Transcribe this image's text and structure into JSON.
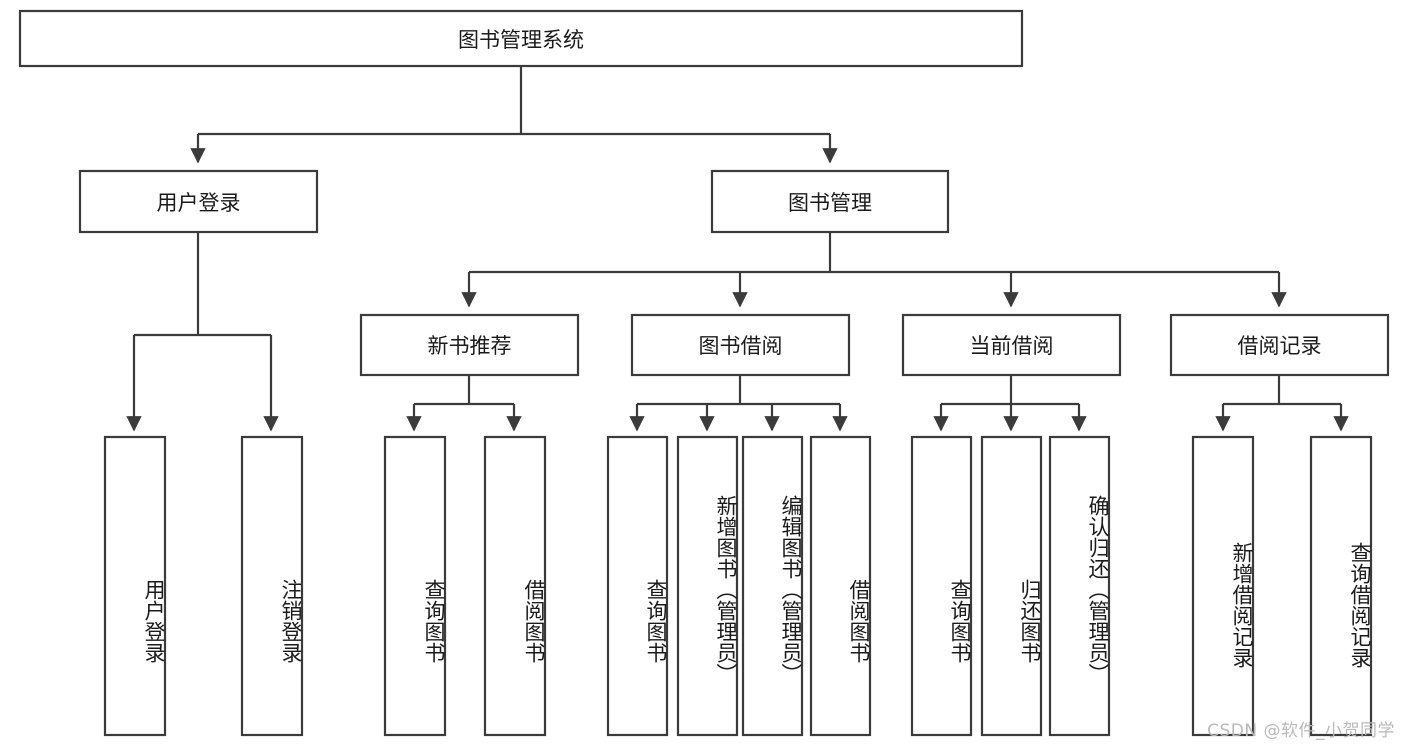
{
  "diagram": {
    "type": "tree-hierarchy",
    "title": "图书管理系统",
    "orientation": "top-down",
    "colors": {
      "box_stroke": "#3b3b3b",
      "box_fill": "#ffffff",
      "text": "#1b1b1b",
      "background": "#ffffff",
      "watermark": "#b9b9b9"
    },
    "root": {
      "label": "图书管理系统"
    },
    "level2": [
      {
        "label": "用户登录"
      },
      {
        "label": "图书管理"
      }
    ],
    "level3": [
      {
        "label": "新书推荐"
      },
      {
        "label": "图书借阅"
      },
      {
        "label": "当前借阅"
      },
      {
        "label": "借阅记录"
      }
    ],
    "leaves": {
      "user_login": [
        {
          "label": "用户登录"
        },
        {
          "label": "注销登录"
        }
      ],
      "new_book_recommend": [
        {
          "label": "查询图书"
        },
        {
          "label": "借阅图书"
        }
      ],
      "book_borrow": [
        {
          "label": "查询图书"
        },
        {
          "label": "新增图书（管理员）"
        },
        {
          "label": "编辑图书（管理员）"
        },
        {
          "label": "借阅图书"
        }
      ],
      "current_borrow": [
        {
          "label": "查询图书"
        },
        {
          "label": "归还图书"
        },
        {
          "label": "确认归还（管理员）"
        }
      ],
      "borrow_record": [
        {
          "label": "新增借阅记录"
        },
        {
          "label": "查询借阅记录"
        }
      ]
    }
  },
  "watermark": {
    "text": "CSDN @软件_小贺同学"
  }
}
